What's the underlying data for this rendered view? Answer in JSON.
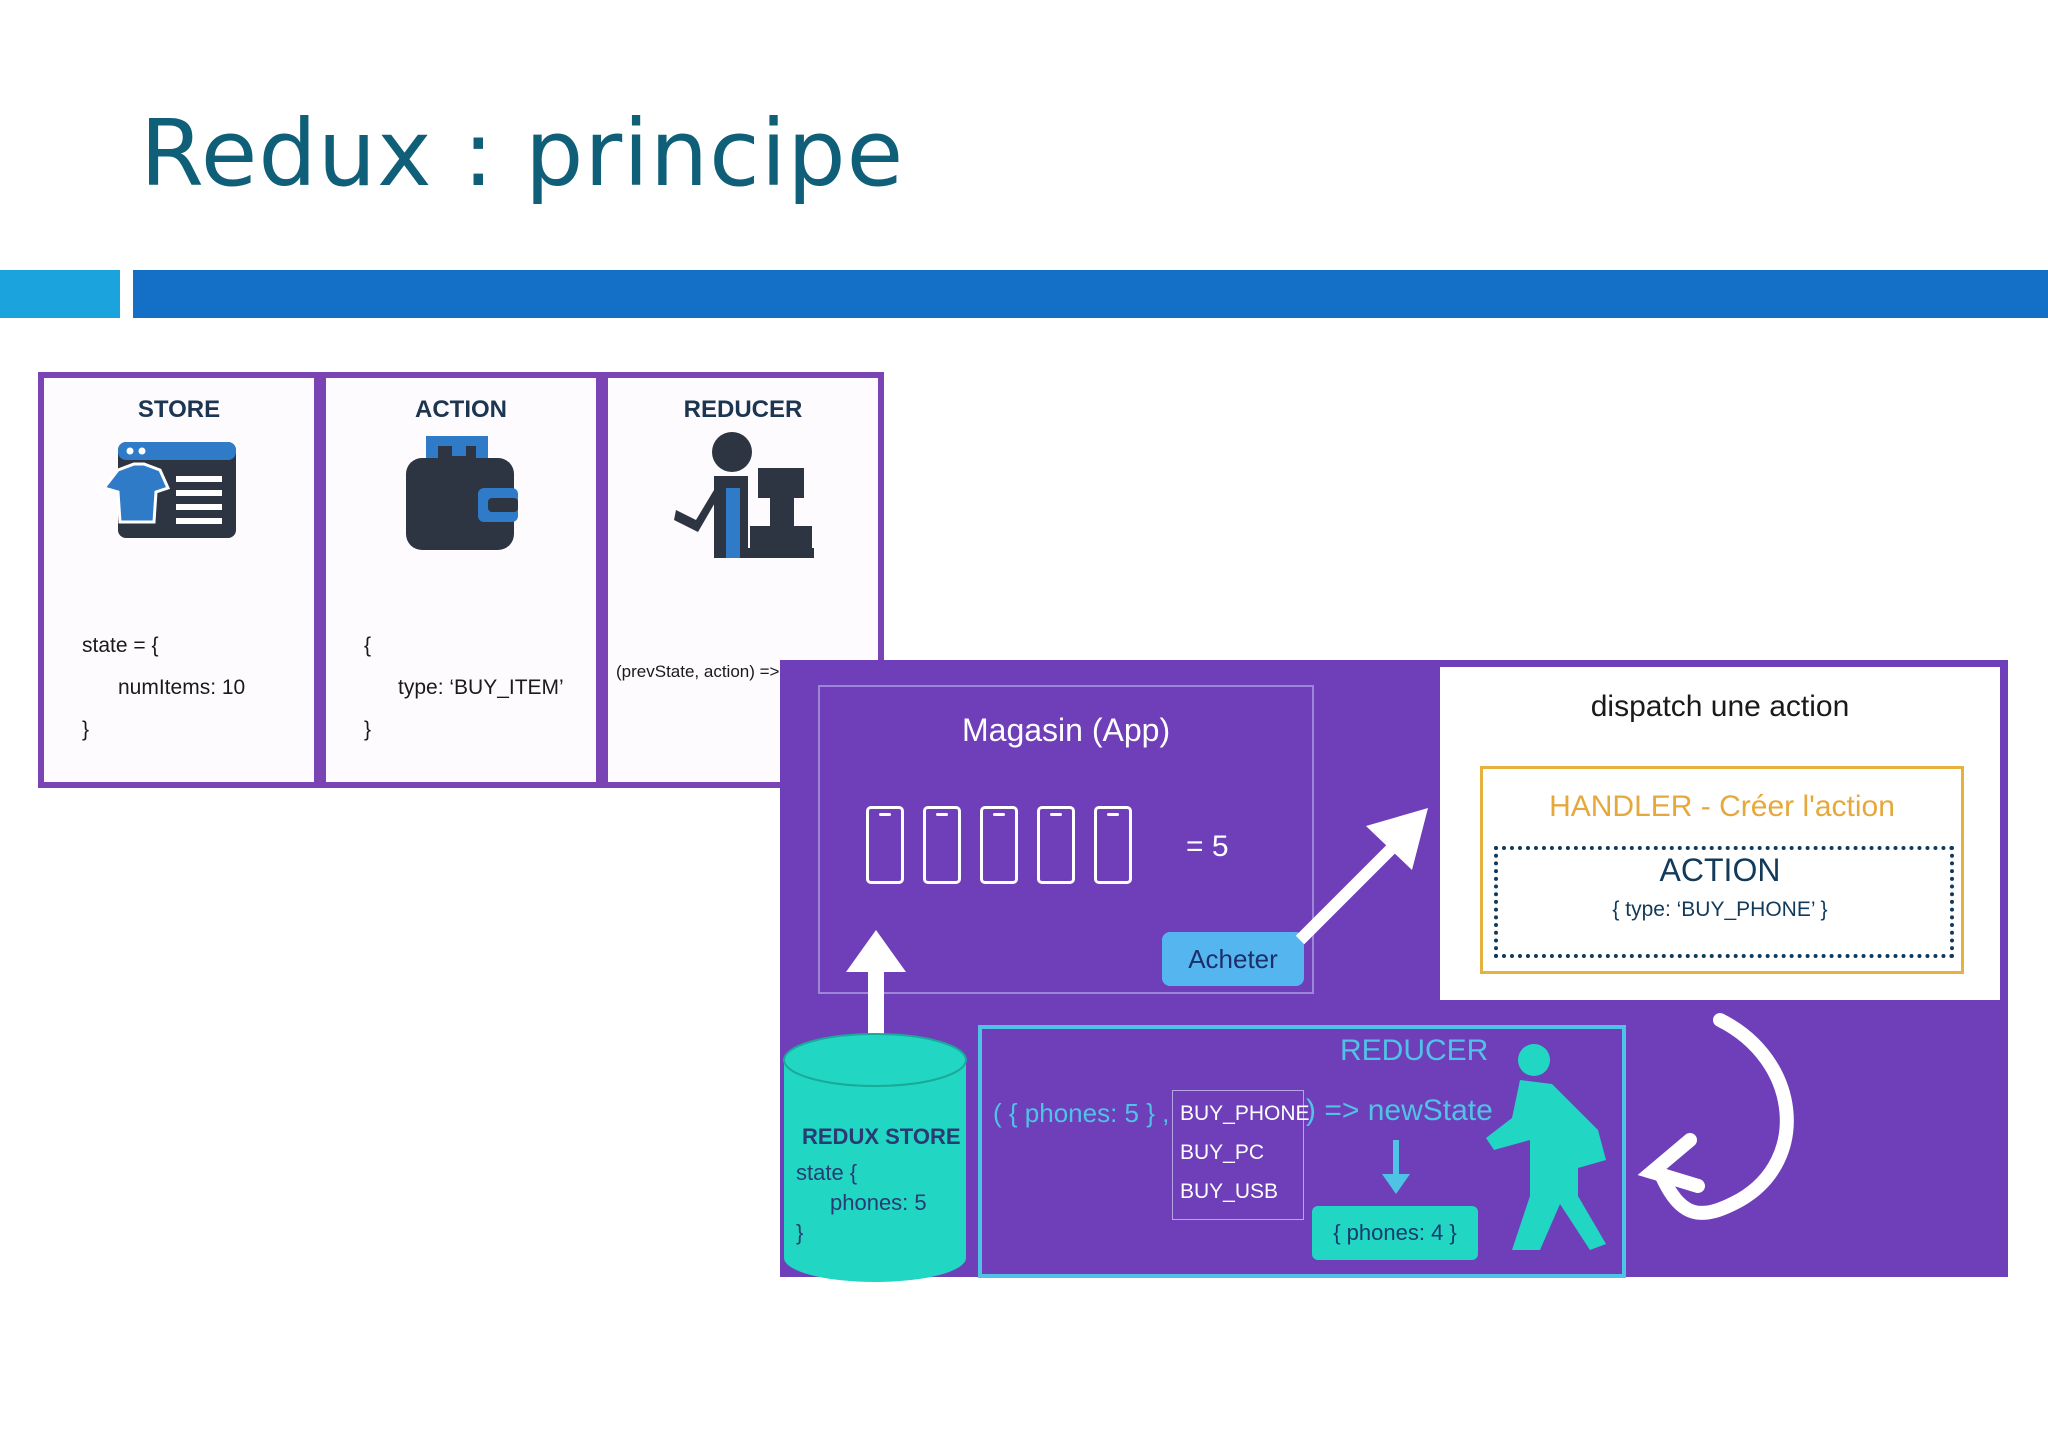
{
  "slide": {
    "title": "Redux : principe"
  },
  "cards": [
    {
      "heading": "STORE",
      "lines": [
        "state = {",
        "numItems: 10",
        "}"
      ],
      "icon": "store-icon"
    },
    {
      "heading": "ACTION",
      "lines": [
        "{",
        "type: ‘BUY_ITEM’",
        "}"
      ],
      "icon": "wallet-icon"
    },
    {
      "heading": "REDUCER",
      "signature_prefix": "(prevState, action) => ",
      "signature_result": "newState",
      "icon": "cashier-icon"
    }
  ],
  "diagram": {
    "shop_title": "Magasin (App)",
    "phone_count_label": "= 5",
    "buy_button": "Acheter",
    "dispatch_title": "dispatch une action",
    "handler_title": "HANDLER - Créer l'action",
    "action_title": "ACTION",
    "action_type": "{ type: ‘BUY_PHONE’ }",
    "reducer_title": "REDUCER",
    "reducer_input": "( { phones: 5 } ,",
    "action_types": [
      "BUY_PHONE",
      "BUY_PC",
      "BUY_USB"
    ],
    "reducer_output": ") => newState",
    "reducer_result": "{ phones: 4 }",
    "store_title": "REDUX STORE",
    "store_state_open": "state {",
    "store_state_value": "phones: 5",
    "store_state_close": "}"
  },
  "colors": {
    "title": "#0f5f79",
    "panel": "#6f3fba",
    "accent_cyan": "#4fc3e6",
    "teal": "#21d6c2",
    "handler": "#e6b13d"
  }
}
